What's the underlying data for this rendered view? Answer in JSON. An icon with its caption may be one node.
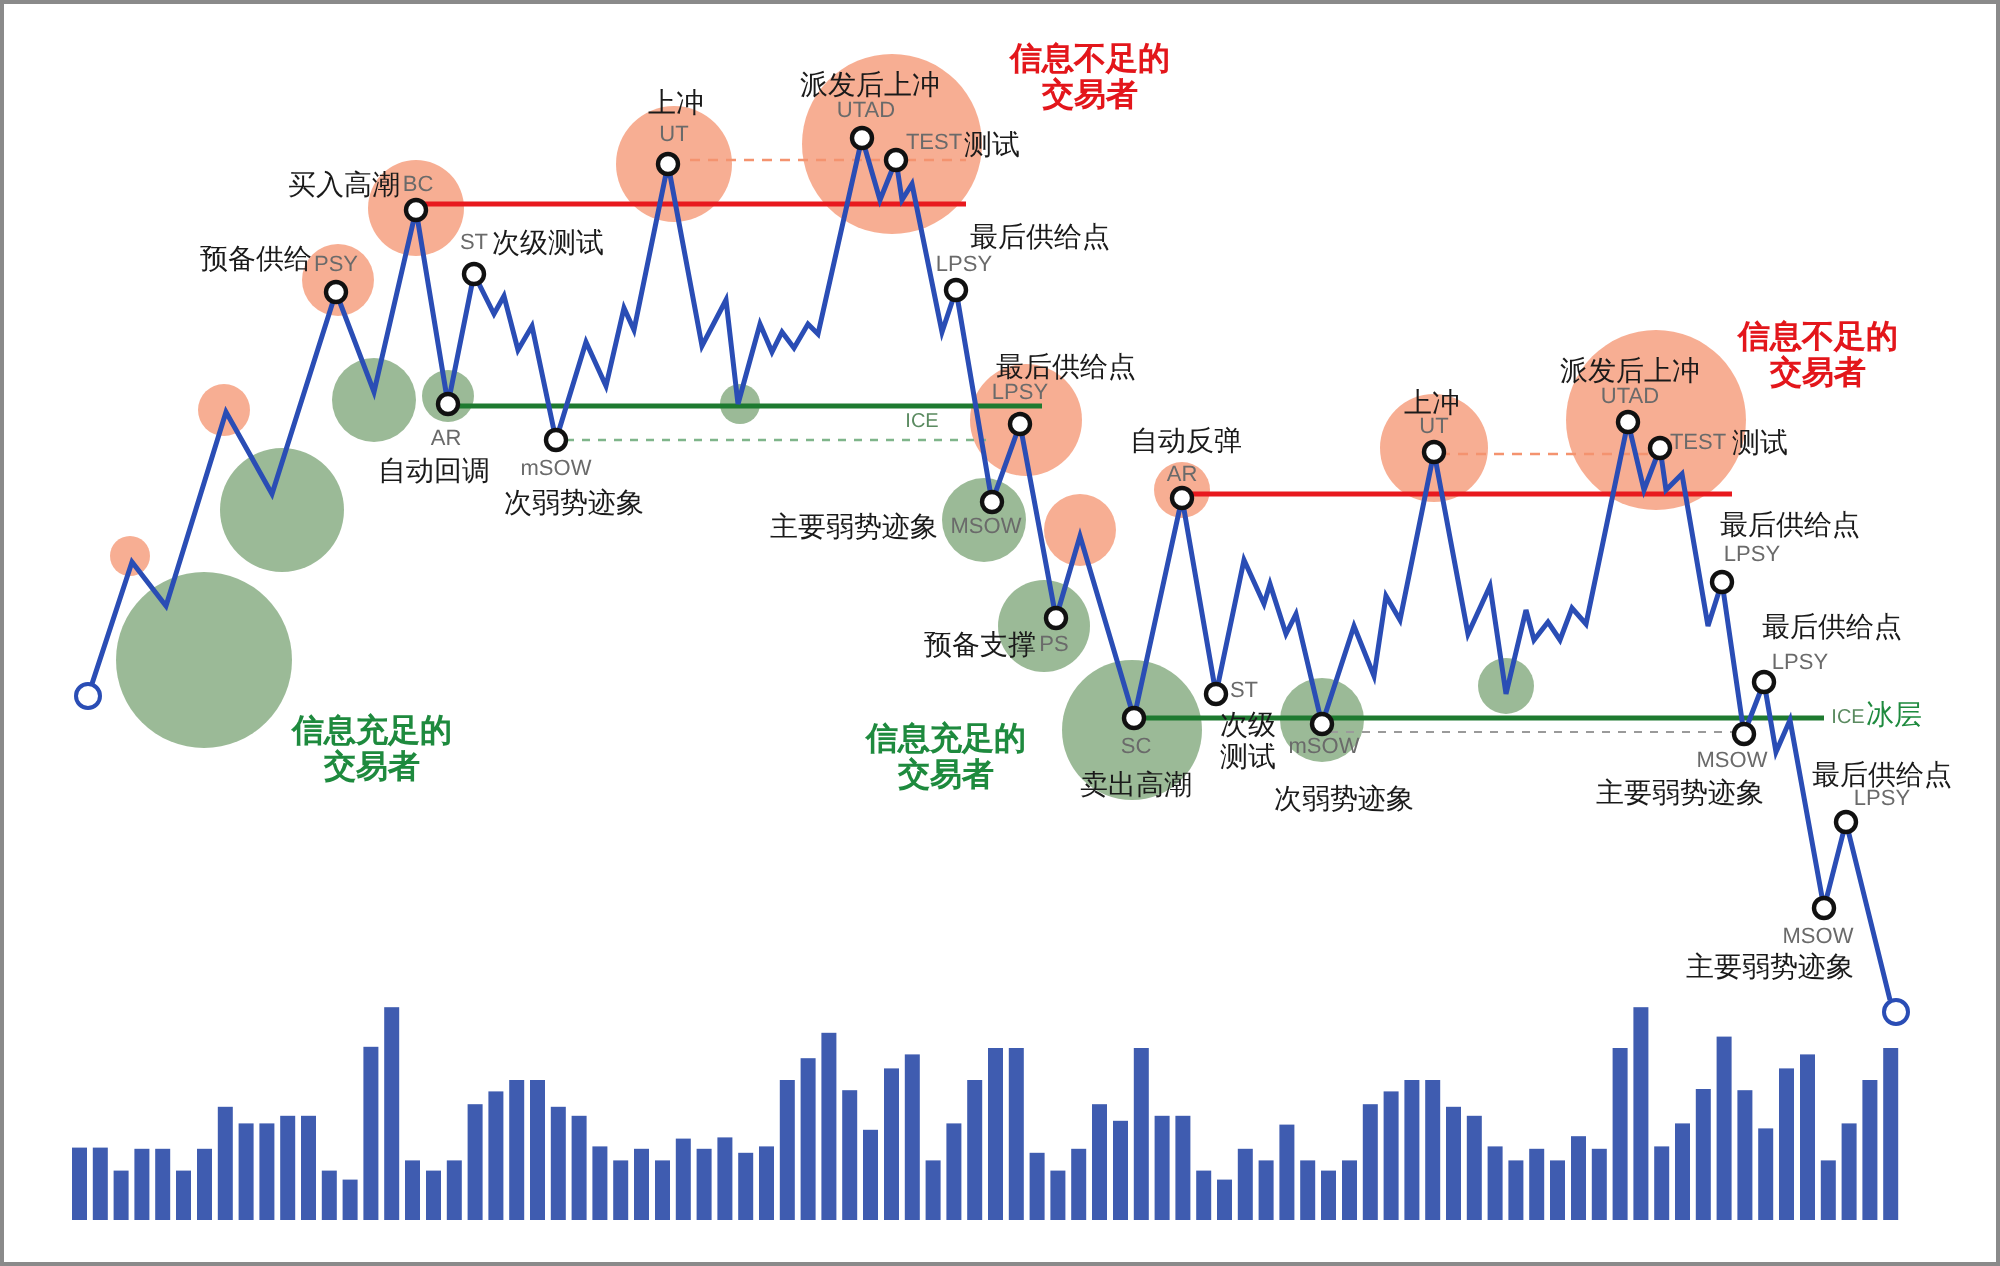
{
  "diagram": {
    "labels": [
      "信息不足的交易者",
      "派发后上冲",
      "UTAD",
      "上冲",
      "UT",
      "TEST",
      "测试",
      "买入高潮",
      "BC",
      "最后供给点",
      "ST",
      "次级测试",
      "预备供给",
      "PSY",
      "LPSY",
      "信息不足的交易者",
      "最后供给点",
      "派发后上冲",
      "LPSY",
      "UTAD",
      "上冲",
      "ICE",
      "UT",
      "自动反弹",
      "AR",
      "TEST",
      "测试",
      "自动回调",
      "mSOW",
      "AR",
      "次弱势迹象",
      "主要弱势迹象",
      "最后供给点",
      "MSOW",
      "LPSY",
      "最后供给点",
      "预备支撑",
      "PS",
      "LPSY",
      "信息充足的交易者",
      "信息充足的交易者",
      "SC",
      "卖出高潮",
      "ST",
      "次级测试",
      "mSOW",
      "次弱势迹象",
      "ICE",
      "冰层",
      "MSOW",
      "主要弱势迹象",
      "最后供给点",
      "LPSY",
      "MSOW",
      "主要弱势迹象"
    ]
  }
}
